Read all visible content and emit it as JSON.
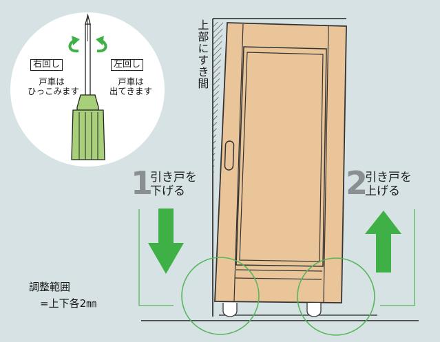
{
  "driver_panel": {
    "right_turn_label": "右回し",
    "right_turn_desc": [
      "戸車は",
      "ひっこみます"
    ],
    "left_turn_label": "左回し",
    "left_turn_desc": [
      "戸車は",
      "出てきます"
    ]
  },
  "top_gap_label": "上部にすき間",
  "step1": {
    "number": "1",
    "text": [
      "引き戸を",
      "下げる"
    ]
  },
  "step2": {
    "number": "2",
    "text": [
      "引き戸を",
      "上げる"
    ]
  },
  "adjust_range": [
    "調整範囲",
    "=上下各2㎜"
  ],
  "colors": {
    "background": "#d6e2e3",
    "door": "#ebc59a",
    "door_outline": "#333333",
    "arrow_green": "#3fb045",
    "guide_green": "#56b65a",
    "rotate_arrow": "#3fb045",
    "handle_green": "#a8d07a"
  }
}
